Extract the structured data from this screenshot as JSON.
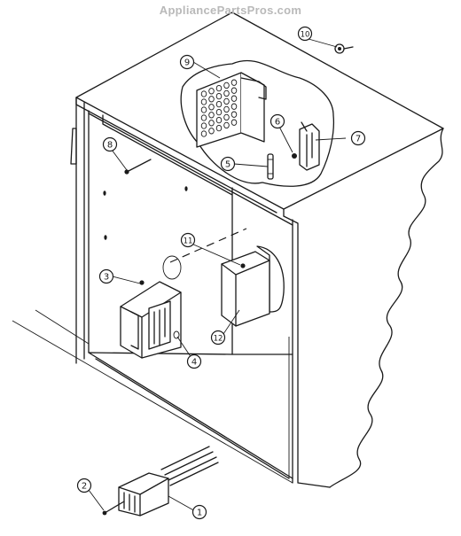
{
  "watermark": "AppliancePartsPros.com",
  "callouts": [
    {
      "id": "c1",
      "label": "1"
    },
    {
      "id": "c2",
      "label": "2"
    },
    {
      "id": "c3",
      "label": "3"
    },
    {
      "id": "c4",
      "label": "4"
    },
    {
      "id": "c5",
      "label": "5"
    },
    {
      "id": "c6",
      "label": "6"
    },
    {
      "id": "c7",
      "label": "7"
    },
    {
      "id": "c8",
      "label": "8"
    },
    {
      "id": "c9",
      "label": "9"
    },
    {
      "id": "c10",
      "label": "10"
    },
    {
      "id": "c11",
      "label": "11"
    },
    {
      "id": "c12",
      "label": "12"
    }
  ]
}
